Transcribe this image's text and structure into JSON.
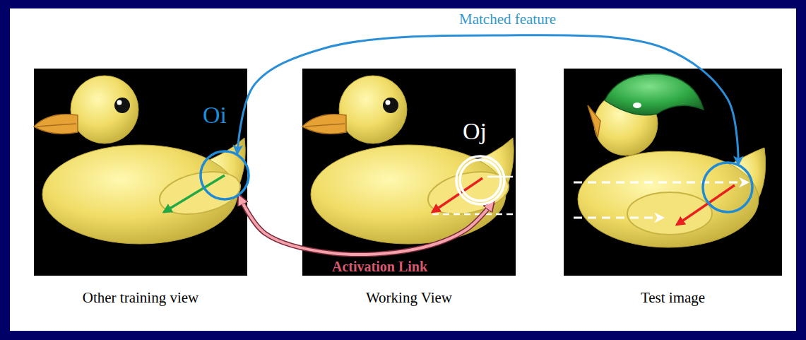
{
  "diagram": {
    "nodes": [
      {
        "text": [
          "Other training view"
        ]
      },
      {
        "text": [
          "Oi"
        ],
        "in": 0
      },
      {
        "text": [
          "Working View"
        ]
      },
      {
        "text": [
          "Oj"
        ],
        "in": 2
      },
      {
        "text": [
          "Test image"
        ]
      }
    ],
    "edges": [
      {
        "from": 1,
        "to": 3,
        "label": "Activation Link",
        "arrow": "both"
      },
      {
        "from": 1,
        "to": 4,
        "label": "Matched feature",
        "arrow": "both"
      }
    ]
  }
}
